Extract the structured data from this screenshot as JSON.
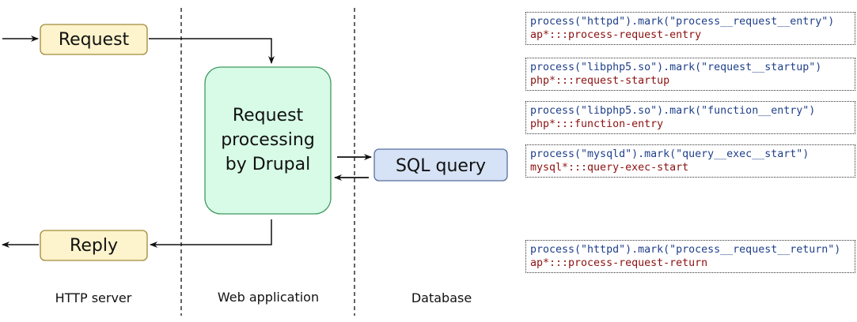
{
  "boxes": {
    "request": "Request",
    "reply": "Reply",
    "drupal": [
      "Request",
      "processing",
      "by Drupal"
    ],
    "sql": "SQL query"
  },
  "columns": {
    "http": "HTTP server",
    "web": "Web application",
    "db": "Database"
  },
  "probes": [
    {
      "call": "process(\"httpd\").mark(\"process__request__entry\")",
      "name": "ap*:::process-request-entry"
    },
    {
      "call": "process(\"libphp5.so\").mark(\"request__startup\")",
      "name": "php*:::request-startup"
    },
    {
      "call": "process(\"libphp5.so\").mark(\"function__entry\")",
      "name": "php*:::function-entry"
    },
    {
      "call": "process(\"mysqld\").mark(\"query__exec__start\")",
      "name": "mysql*:::query-exec-start"
    },
    {
      "call": "process(\"httpd\").mark(\"process__request__return\")",
      "name": "ap*:::process-request-return"
    }
  ],
  "colors": {
    "http_box_fill": "#fdf3cc",
    "http_box_stroke": "#a08a3a",
    "drupal_fill": "#d7fbe6",
    "drupal_stroke": "#3e9a5e",
    "sql_fill": "#d6e2f5",
    "sql_stroke": "#5670a0",
    "call_text": "#1f3f8a",
    "name_text": "#8b1010"
  }
}
